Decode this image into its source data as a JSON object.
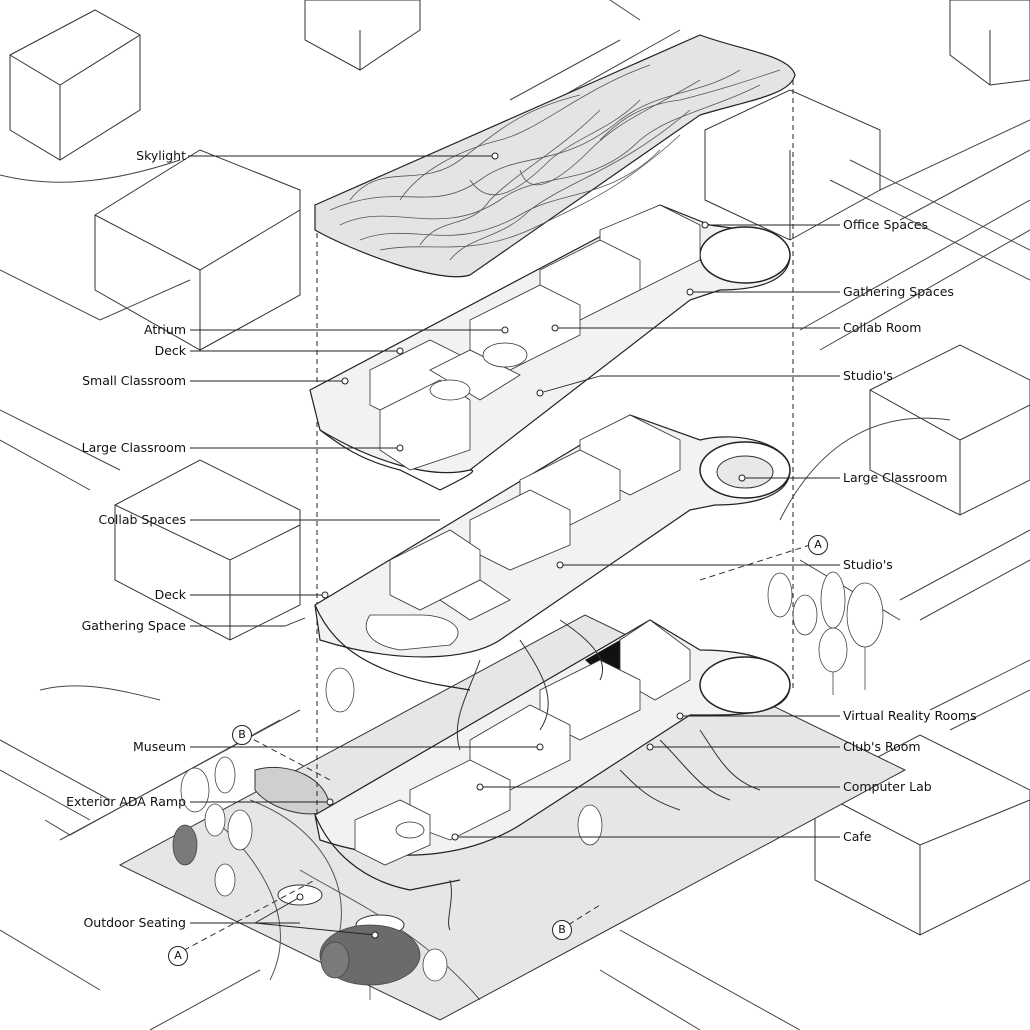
{
  "labels_left": [
    "Skylight",
    "Atrium",
    "Deck",
    "Small Classroom",
    "Large Classroom",
    "Collab Spaces",
    "Deck",
    "Gathering Space",
    "Museum",
    "Exterior ADA Ramp",
    "Outdoor Seating"
  ],
  "labels_right": [
    "Office Spaces",
    "Gathering Spaces",
    "Collab Room",
    "Studio's",
    "Large Classroom",
    "Studio's",
    "Virtual Reality Rooms",
    "Club's Room",
    "Computer Lab",
    "Cafe"
  ],
  "section_markers": [
    "A",
    "B",
    "B",
    "A"
  ],
  "colors": {
    "ink": "#1a1a1a",
    "context_fill": "#ffffff",
    "site_fill": "#e6e6e6",
    "floor_fill": "#f2f2f2",
    "tree_fill": "#6e6e6e"
  }
}
